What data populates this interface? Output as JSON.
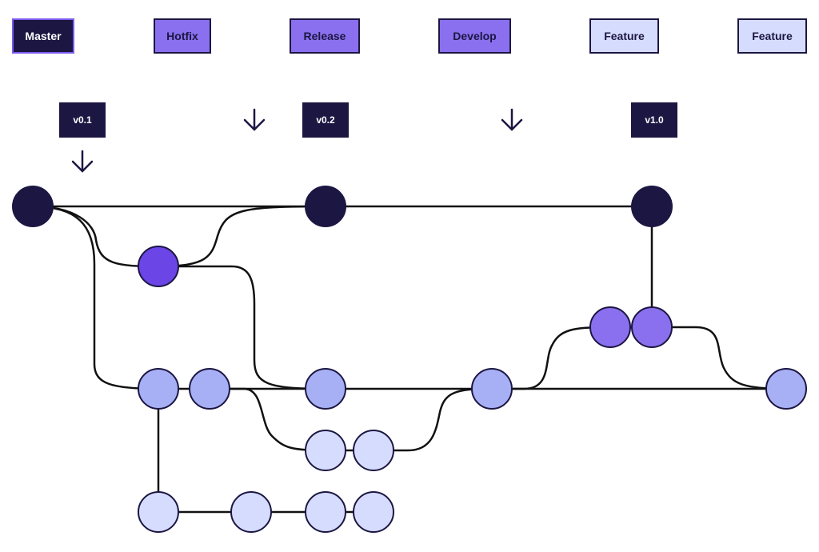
{
  "colors": {
    "master": "#1c1642",
    "hotfix": "#6b45e6",
    "release": "#8a70ee",
    "develop": "#a7b0f5",
    "feature": "#d6dcfd",
    "line": "#111111",
    "outline": "#1c1642",
    "label_text_dark": "#1c1642",
    "label_text_light": "#ffffff",
    "master_label_border": "#7a5af0"
  },
  "branches": [
    {
      "id": "master",
      "label": "Master"
    },
    {
      "id": "hotfix",
      "label": "Hotfix"
    },
    {
      "id": "release",
      "label": "Release"
    },
    {
      "id": "develop",
      "label": "Develop"
    },
    {
      "id": "feature1",
      "label": "Feature"
    },
    {
      "id": "feature2",
      "label": "Feature"
    }
  ],
  "versions": [
    {
      "id": "v01",
      "label": "v0.1"
    },
    {
      "id": "v02",
      "label": "v0.2"
    },
    {
      "id": "v10",
      "label": "v1.0"
    }
  ],
  "icons": [
    "arrow-down-icon"
  ],
  "commits": [
    {
      "id": "m1",
      "branch": "master"
    },
    {
      "id": "m2",
      "branch": "master"
    },
    {
      "id": "m3",
      "branch": "master"
    },
    {
      "id": "h1",
      "branch": "hotfix"
    },
    {
      "id": "r1",
      "branch": "release"
    },
    {
      "id": "r2",
      "branch": "release"
    },
    {
      "id": "d1",
      "branch": "develop"
    },
    {
      "id": "d2",
      "branch": "develop"
    },
    {
      "id": "d3",
      "branch": "develop"
    },
    {
      "id": "d4",
      "branch": "develop"
    },
    {
      "id": "d5",
      "branch": "develop"
    },
    {
      "id": "f1",
      "branch": "feature"
    },
    {
      "id": "f2",
      "branch": "feature"
    },
    {
      "id": "g1",
      "branch": "feature"
    },
    {
      "id": "g2",
      "branch": "feature"
    },
    {
      "id": "g3",
      "branch": "feature"
    },
    {
      "id": "g4",
      "branch": "feature"
    }
  ],
  "connections": [
    [
      "m1",
      "m2"
    ],
    [
      "m2",
      "m3"
    ],
    [
      "m1",
      "h1"
    ],
    [
      "h1",
      "m2"
    ],
    [
      "m1",
      "d1"
    ],
    [
      "h1",
      "d3"
    ],
    [
      "d1",
      "d2"
    ],
    [
      "d2",
      "d3"
    ],
    [
      "d3",
      "d4"
    ],
    [
      "d4",
      "d5"
    ],
    [
      "d2",
      "f1"
    ],
    [
      "f1",
      "f2"
    ],
    [
      "f2",
      "d4"
    ],
    [
      "d4",
      "r1"
    ],
    [
      "r1",
      "r2"
    ],
    [
      "r2",
      "d5"
    ],
    [
      "r2",
      "m3"
    ],
    [
      "d1",
      "g1"
    ],
    [
      "g1",
      "g2"
    ],
    [
      "g2",
      "g3"
    ],
    [
      "g3",
      "g4"
    ]
  ]
}
